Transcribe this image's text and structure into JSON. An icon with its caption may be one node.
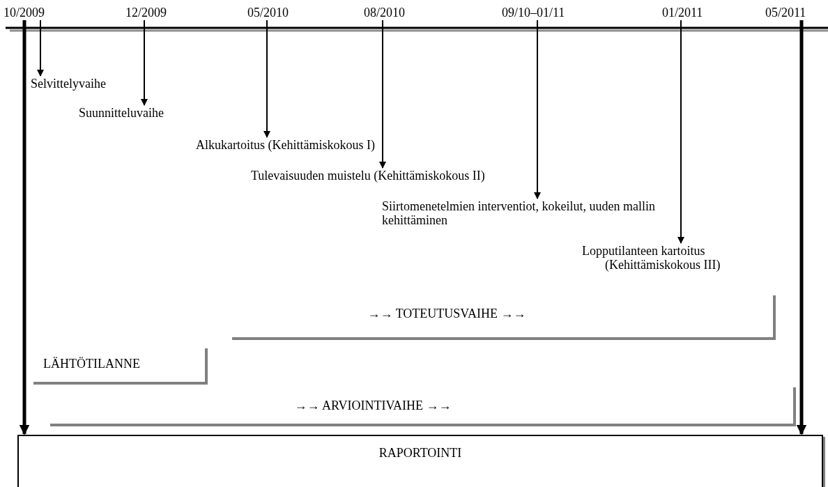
{
  "diagram": {
    "nodes": [
      {
        "text": [
          "10/2009"
        ]
      },
      {
        "text": [
          "12/2009"
        ]
      },
      {
        "text": [
          "05/2010"
        ]
      },
      {
        "text": [
          "08/2010"
        ]
      },
      {
        "text": [
          "09/10–01/11"
        ]
      },
      {
        "text": [
          "01/2011"
        ]
      },
      {
        "text": [
          "05/2011"
        ]
      },
      {
        "text": [
          "Selvittelyvaihe"
        ]
      },
      {
        "text": [
          "Suunnitteluvaihe"
        ]
      },
      {
        "text": [
          "Alkukartoitus (Kehittämiskokous I)"
        ]
      },
      {
        "text": [
          "Tulevaisuuden muistelu (Kehittämiskokous II)"
        ]
      },
      {
        "text": [
          "Siirtomenetelmien interventiot, kokeilut, uuden mallin kehittäminen"
        ]
      },
      {
        "text": [
          "Lopputilanteen kartoitus (Kehittämiskokous III)"
        ]
      },
      {
        "text": [
          "→→ TOTEUTUSVAIHE →→"
        ]
      },
      {
        "text": [
          "LÄHTÖTILANNE"
        ]
      },
      {
        "text": [
          "→→ ARVIOINTIVAIHE →→"
        ]
      },
      {
        "text": [
          "RAPORTOINTI"
        ]
      }
    ],
    "edges": [
      {
        "from": 0,
        "to": 7,
        "arrow": "to"
      },
      {
        "from": 1,
        "to": 8,
        "arrow": "to"
      },
      {
        "from": 2,
        "to": 9,
        "arrow": "to"
      },
      {
        "from": 3,
        "to": 10,
        "arrow": "to"
      },
      {
        "from": 4,
        "to": 11,
        "arrow": "to"
      },
      {
        "from": 5,
        "to": 12,
        "arrow": "to"
      },
      {
        "from": 0,
        "to": 16,
        "arrow": "to",
        "style": "thick"
      },
      {
        "from": 6,
        "to": 16,
        "arrow": "to",
        "style": "thick"
      }
    ]
  }
}
